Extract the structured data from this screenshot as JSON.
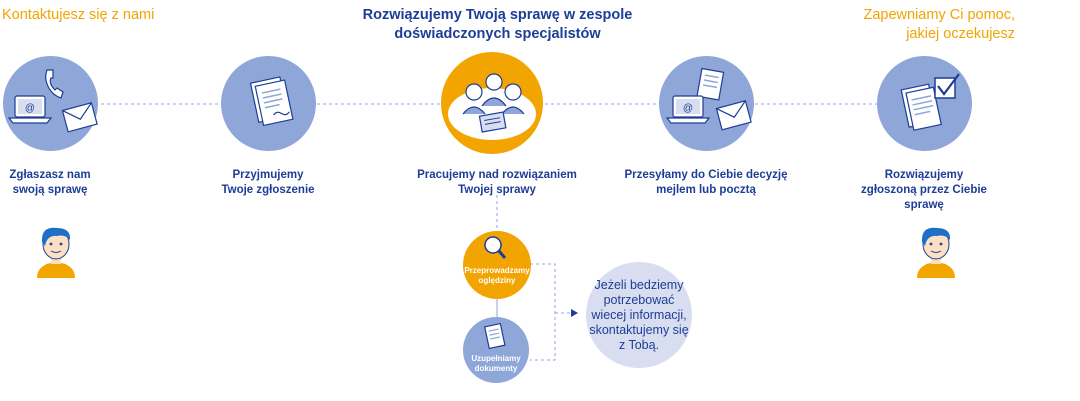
{
  "headers": {
    "left": "Kontaktujesz się z nami",
    "center_line1": "Rozwiązujemy Twoją sprawę w zespole",
    "center_line2": "doświadczonych specjalistów",
    "right_line1": "Zapewniamy Ci pomoc,",
    "right_line2": "jakiej oczekujesz"
  },
  "steps": [
    {
      "line1": "Zgłaszasz nam",
      "line2": "swoją sprawę",
      "line3": "",
      "icon": "laptop-phone-envelope-icon"
    },
    {
      "line1": "Przyjmujemy",
      "line2": "Twoje zgłoszenie",
      "line3": "",
      "icon": "documents-icon"
    },
    {
      "line1": "Pracujemy nad rozwiązaniem",
      "line2": "Twojej sprawy",
      "line3": "",
      "icon": "team-working-icon"
    },
    {
      "line1": "Przesyłamy do Ciebie decyzję",
      "line2": "mejlem lub pocztą",
      "line3": "",
      "icon": "laptop-envelope-icon"
    },
    {
      "line1": "Rozwiązujemy",
      "line2": "zgłoszoną przez Ciebie",
      "line3": "sprawę",
      "icon": "checked-document-icon"
    }
  ],
  "substeps": [
    {
      "line1": "Przeprowadzamy",
      "line2": "oględziny",
      "icon": "magnifier-icon"
    },
    {
      "line1": "Uzupełniamy",
      "line2": "dokumenty",
      "icon": "document-icon"
    }
  ],
  "info": {
    "line1": "Jeżeli bedziemy",
    "line2": "potrzebować",
    "line3": "wiecej informacji,",
    "line4": "skontaktujemy się",
    "line5": "z Tobą."
  },
  "colors": {
    "orange": "#f2a400",
    "blue_circle": "#8fa6d8",
    "dark_blue": "#1d3d96",
    "light_bubble": "#d8def0"
  }
}
